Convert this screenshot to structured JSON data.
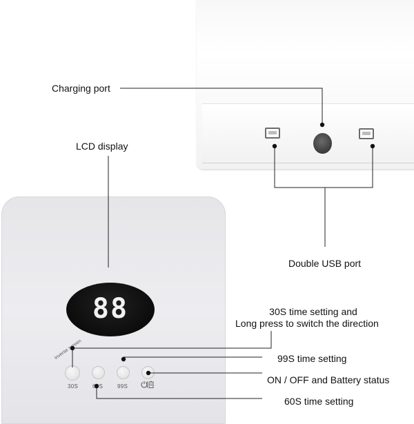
{
  "labels": {
    "charging_port": "Charging port",
    "lcd_display": "LCD display",
    "double_usb_port": "Double USB port",
    "time_30s_line1": "30S time setting and",
    "time_30s_line2": "Long press to switch the direction",
    "time_99s": "99S time setting",
    "on_off_battery": "ON / OFF and Battery status",
    "time_60s": "60S time setting"
  },
  "lcd": {
    "digits": "88"
  },
  "buttons": {
    "inverse_screen": "inverse screen",
    "b30": "30S",
    "b60": "60S",
    "b99": "99S"
  },
  "icons": {
    "power": "power-battery-icon"
  },
  "colors": {
    "line": "#222222",
    "device_body": "#e8e8ec",
    "lcd": "#0e0e0e"
  }
}
